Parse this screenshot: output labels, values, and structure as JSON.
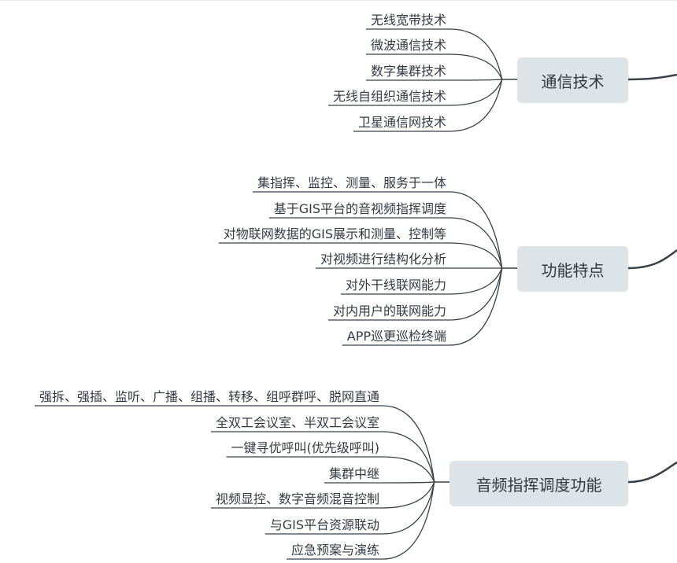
{
  "groups": [
    {
      "label": "通信技术",
      "items": [
        "无线宽带技术",
        "微波通信技术",
        "数字集群技术",
        "无线自组织通信技术",
        "卫星通信网技术"
      ]
    },
    {
      "label": "功能特点",
      "items": [
        "集指挥、监控、测量、服务于一体",
        "基于GIS平台的音视频指挥调度",
        "对物联网数据的GIS展示和测量、控制等",
        "对视频进行结构化分析",
        "对外干线联网能力",
        "对内用户的联网能力",
        "APP巡更巡检终端"
      ]
    },
    {
      "label": "音频指挥调度功能",
      "items": [
        "强拆、强插、监听、广播、组播、转移、组呼群呼、脱网直通",
        "全双工会议室、半双工会议室",
        "一键寻优呼叫(优先级呼叫)",
        "集群中继",
        "视频显控、数字音频混音控制",
        "与GIS平台资源联动",
        "应急预案与演练"
      ]
    }
  ],
  "colors": {
    "line": "#3a4147",
    "node_bg": "#dde4e8",
    "text": "#333a40"
  }
}
